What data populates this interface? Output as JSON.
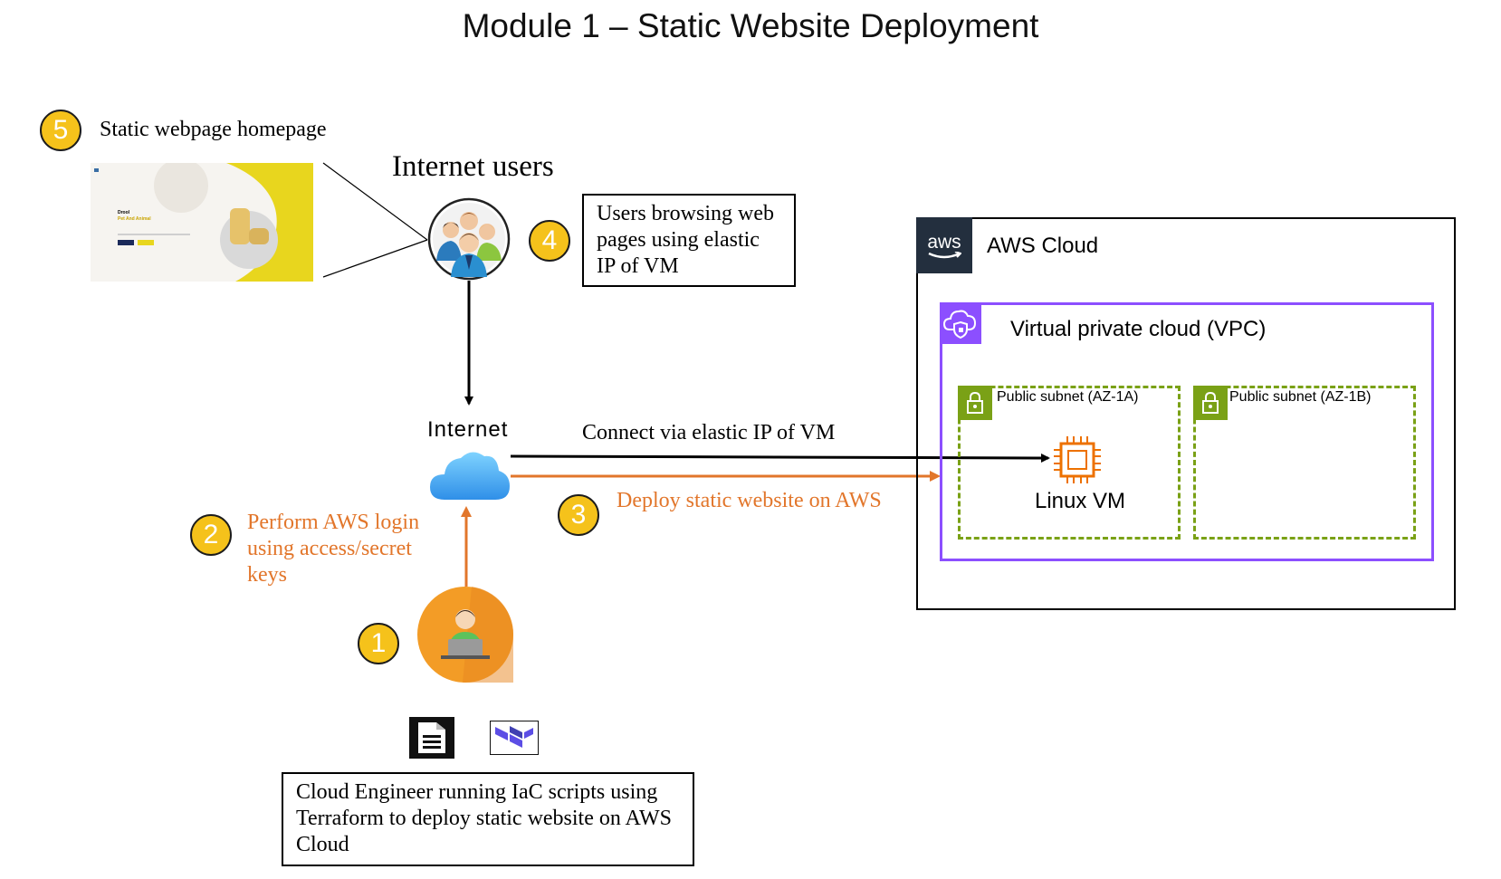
{
  "title": "Module 1 – Static Website Deployment",
  "steps": {
    "s1": "1",
    "s2": "2",
    "s3": "3",
    "s4": "4",
    "s5": "5"
  },
  "labels": {
    "static_homepage": "Static webpage homepage",
    "internet_users": "Internet users",
    "internet": "Internet",
    "users_browsing": "Users browsing web pages using elastic IP of VM",
    "connect_elastic_ip": "Connect via elastic IP of VM",
    "deploy_static": "Deploy static website on AWS",
    "perform_login": "Perform AWS login using access/secret keys",
    "cloud_engineer": "Cloud Engineer running IaC scripts using Terraform to deploy static website on AWS Cloud"
  },
  "aws": {
    "logo_text": "aws",
    "cloud_label": "AWS Cloud",
    "vpc_label": "Virtual private cloud (VPC)",
    "subnet_a": "Public subnet (AZ-1A)",
    "subnet_b": "Public subnet (AZ-1B)",
    "vm_label": "Linux VM"
  },
  "webpage_thumb": {
    "brand": "Drool",
    "heading": "Pet And Animal"
  },
  "colors": {
    "badge": "#f5c21b",
    "orange": "#e2762b",
    "aws_dark": "#232f3e",
    "vpc_purple": "#8c4fff",
    "subnet_green": "#7aa116",
    "ec2_orange": "#ed7100",
    "terraform_purple": "#5c4ee5"
  },
  "icons": [
    "users-group-icon",
    "cloud-icon",
    "engineer-icon",
    "document-icon",
    "terraform-icon",
    "aws-logo-icon",
    "vpc-icon",
    "lock-icon",
    "ec2-chip-icon"
  ]
}
